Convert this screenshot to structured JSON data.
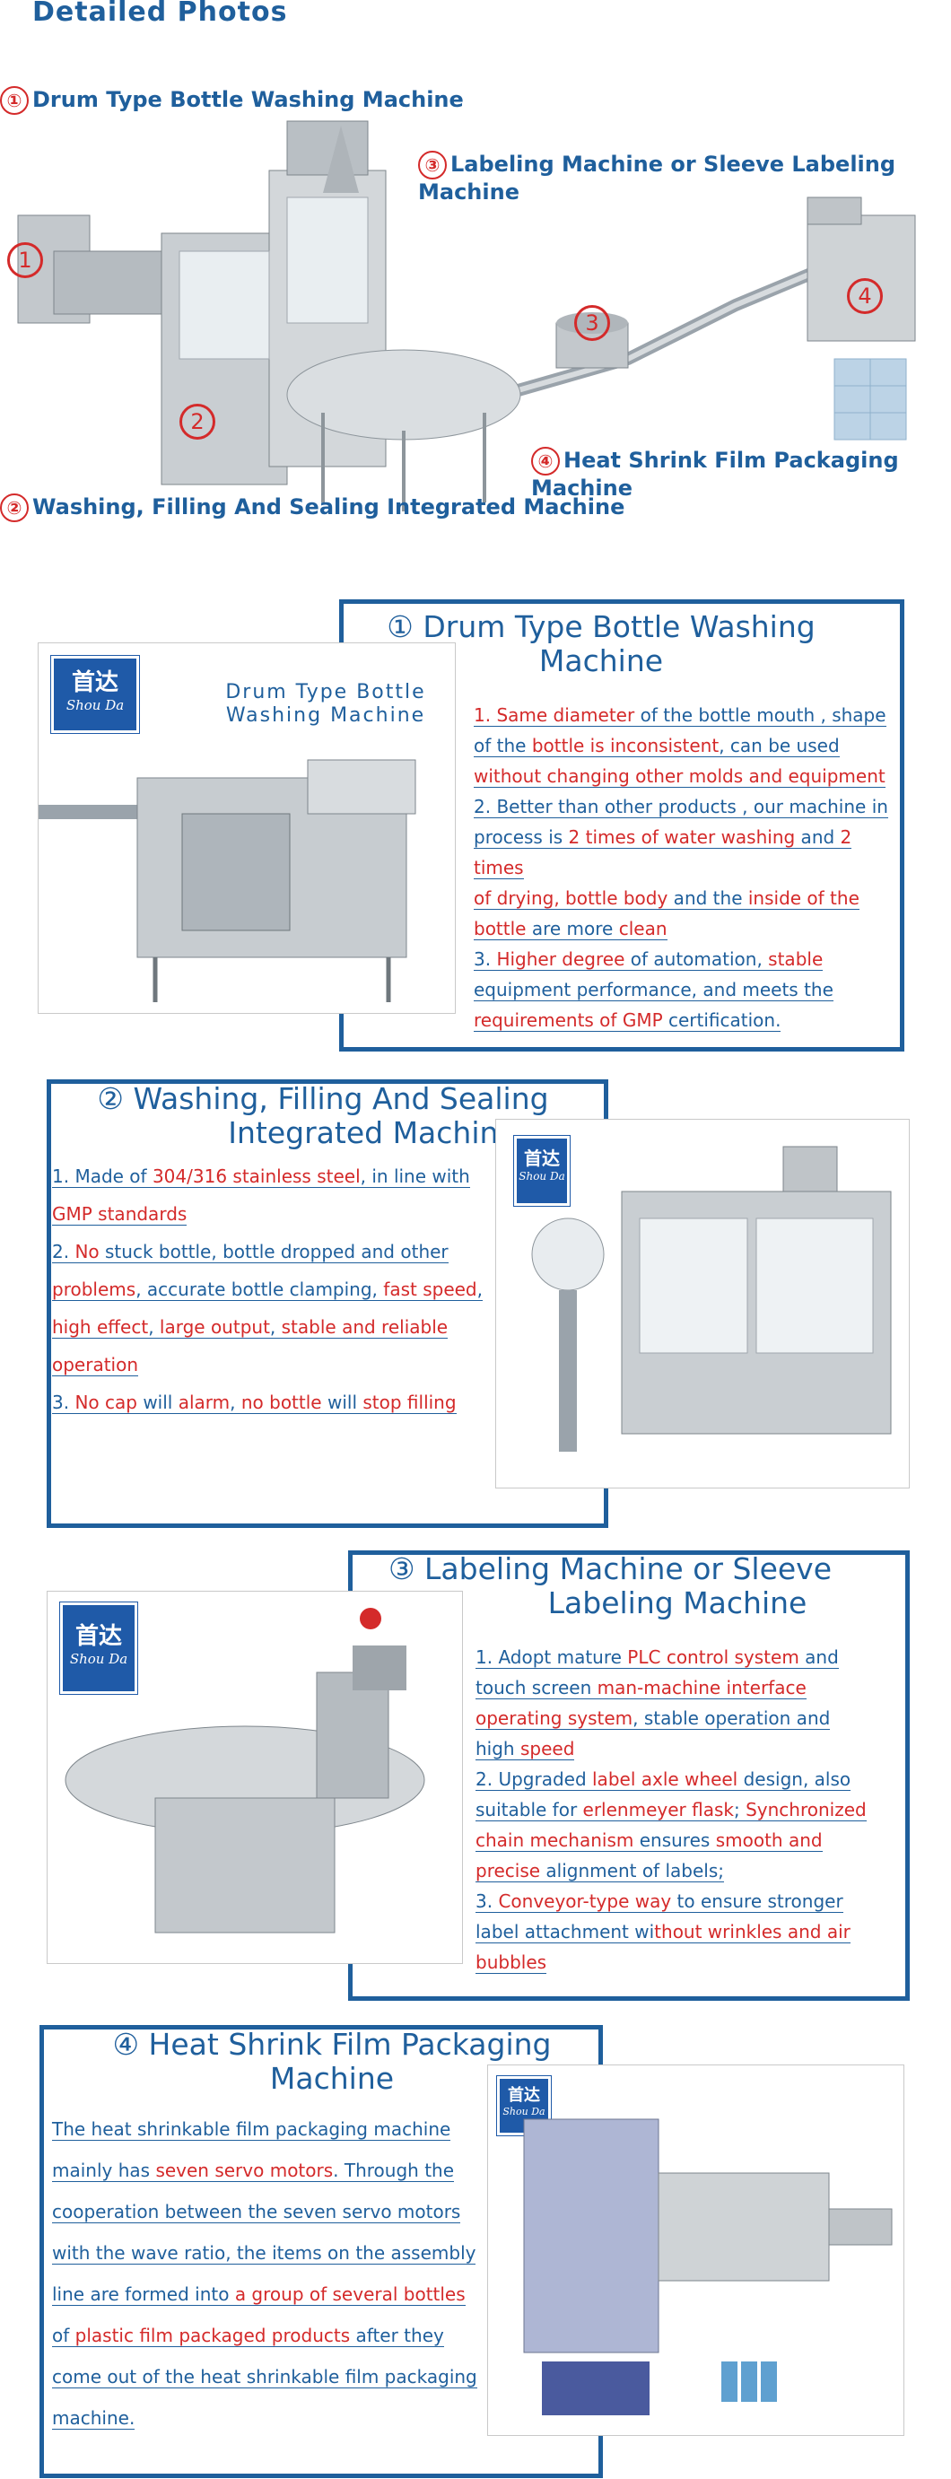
{
  "header": {
    "title": "Detailed Photos"
  },
  "overview": {
    "captions": [
      {
        "num": "①",
        "text": "Drum Type Bottle Washing Machine"
      },
      {
        "num": "③",
        "text": "Labeling Machine or Sleeve Labeling Machine"
      },
      {
        "num": "④",
        "text": "Heat Shrink Film Packaging Machine"
      },
      {
        "num": "②",
        "text": "Washing, Filling And Sealing Integrated Machine"
      }
    ],
    "markers": [
      "1",
      "2",
      "3",
      "4"
    ]
  },
  "logo": {
    "cn": "首达",
    "en": "Shou Da"
  },
  "section1": {
    "title_line1": "① Drum Type Bottle Washing",
    "title_line2": "Machine",
    "photo_label_line1": "Drum Type Bottle",
    "photo_label_line2": "Washing Machine",
    "features": [
      [
        {
          "t": "1. ",
          "c": "red"
        },
        {
          "t": "Same diameter",
          "c": "red"
        },
        {
          "t": " of the bottle mouth , shape",
          "c": "blue"
        }
      ],
      [
        {
          "t": "of the ",
          "c": "blue"
        },
        {
          "t": "bottle is inconsistent",
          "c": "red"
        },
        {
          "t": ", can be used",
          "c": "blue"
        }
      ],
      [
        {
          "t": "without changing other molds and equipment",
          "c": "red"
        }
      ],
      [
        {
          "t": "2. Better than other products , our machine in",
          "c": "blue"
        }
      ],
      [
        {
          "t": "process is ",
          "c": "blue"
        },
        {
          "t": "2 times of water washing",
          "c": "red"
        },
        {
          "t": " and ",
          "c": "blue"
        },
        {
          "t": "2 times",
          "c": "red"
        }
      ],
      [
        {
          "t": "of drying,  ",
          "c": "red"
        },
        {
          "t": "bottle body",
          "c": "red"
        },
        {
          "t": " and the ",
          "c": "blue"
        },
        {
          "t": "inside of the",
          "c": "red"
        }
      ],
      [
        {
          "t": "bottle",
          "c": "red"
        },
        {
          "t": " are more ",
          "c": "blue"
        },
        {
          "t": "clean",
          "c": "red"
        }
      ],
      [
        {
          "t": "3. ",
          "c": "blue"
        },
        {
          "t": "Higher degree",
          "c": "red"
        },
        {
          "t": " of automation, ",
          "c": "blue"
        },
        {
          "t": "stable",
          "c": "red"
        }
      ],
      [
        {
          "t": "equipment performance, and meets the",
          "c": "blue"
        }
      ],
      [
        {
          "t": "requirements of GMP",
          "c": "red"
        },
        {
          "t": " certification.",
          "c": "blue"
        }
      ]
    ]
  },
  "section2": {
    "title_line1": "② Washing, Filling And Sealing",
    "title_line2": "Integrated Machine",
    "features": [
      [
        {
          "t": "1. Made of ",
          "c": "blue"
        },
        {
          "t": "304/316 stainless steel",
          "c": "red"
        },
        {
          "t": ", in line with",
          "c": "blue"
        }
      ],
      [
        {
          "t": "GMP standards",
          "c": "red"
        }
      ],
      [
        {
          "t": "2. ",
          "c": "blue"
        },
        {
          "t": "No",
          "c": "red"
        },
        {
          "t": " stuck bottle, bottle dropped and other",
          "c": "blue"
        }
      ],
      [
        {
          "t": "problems",
          "c": "red"
        },
        {
          "t": ", accurate bottle clamping, ",
          "c": "blue"
        },
        {
          "t": "fast speed",
          "c": "red"
        },
        {
          "t": ",",
          "c": "blue"
        }
      ],
      [
        {
          "t": "high effect",
          "c": "red"
        },
        {
          "t": ", ",
          "c": "blue"
        },
        {
          "t": "large output",
          "c": "red"
        },
        {
          "t": ", ",
          "c": "blue"
        },
        {
          "t": "stable and reliable",
          "c": "red"
        }
      ],
      [
        {
          "t": "operation",
          "c": "red"
        }
      ],
      [
        {
          "t": "3. ",
          "c": "blue"
        },
        {
          "t": "No cap",
          "c": "red"
        },
        {
          "t": " will ",
          "c": "blue"
        },
        {
          "t": "alarm",
          "c": "red"
        },
        {
          "t": ", ",
          "c": "blue"
        },
        {
          "t": "no bottle",
          "c": "red"
        },
        {
          "t": " will ",
          "c": "blue"
        },
        {
          "t": "stop filling",
          "c": "red"
        }
      ]
    ]
  },
  "section3": {
    "title_line1": "③ Labeling Machine or Sleeve",
    "title_line2": "Labeling Machine",
    "features": [
      [
        {
          "t": "1. Adopt mature ",
          "c": "blue"
        },
        {
          "t": "PLC control system",
          "c": "red"
        },
        {
          "t": " and",
          "c": "blue"
        }
      ],
      [
        {
          "t": "touch screen ",
          "c": "blue"
        },
        {
          "t": "man-machine interface",
          "c": "red"
        }
      ],
      [
        {
          "t": "operating system",
          "c": "red"
        },
        {
          "t": ", stable operation and",
          "c": "blue"
        }
      ],
      [
        {
          "t": "high ",
          "c": "blue"
        },
        {
          "t": "speed",
          "c": "red"
        }
      ],
      [
        {
          "t": "2. Upgraded ",
          "c": "blue"
        },
        {
          "t": "label axle wheel",
          "c": "red"
        },
        {
          "t": " design, also",
          "c": "blue"
        }
      ],
      [
        {
          "t": "suitable for ",
          "c": "blue"
        },
        {
          "t": "erlenmeyer flask",
          "c": "red"
        },
        {
          "t": "; ",
          "c": "blue"
        },
        {
          "t": "Synchronized",
          "c": "red"
        }
      ],
      [
        {
          "t": "chain mechanism",
          "c": "red"
        },
        {
          "t": " ensures ",
          "c": "blue"
        },
        {
          "t": "smooth and",
          "c": "red"
        }
      ],
      [
        {
          "t": "precise",
          "c": "red"
        },
        {
          "t": " alignment of labels;",
          "c": "blue"
        }
      ],
      [
        {
          "t": "3. ",
          "c": "blue"
        },
        {
          "t": "Conveyor-type way",
          "c": "red"
        },
        {
          "t": " to ensure stronger",
          "c": "blue"
        }
      ],
      [
        {
          "t": "label attachment wi",
          "c": "blue"
        },
        {
          "t": "thout wrinkles and air",
          "c": "red"
        }
      ],
      [
        {
          "t": "bubbles",
          "c": "red"
        }
      ]
    ]
  },
  "section4": {
    "title_line1": "④ Heat Shrink Film Packaging",
    "title_line2": "Machine",
    "features": [
      [
        {
          "t": "The heat shrinkable film packaging machine",
          "c": "blue"
        }
      ],
      [
        {
          "t": "mainly has ",
          "c": "blue"
        },
        {
          "t": "seven servo motors",
          "c": "red"
        },
        {
          "t": ". Through the",
          "c": "blue"
        }
      ],
      [
        {
          "t": "cooperation between the seven servo motors",
          "c": "blue"
        }
      ],
      [
        {
          "t": "with the wave ratio, the items on the assembly",
          "c": "blue"
        }
      ],
      [
        {
          "t": "line are formed into ",
          "c": "blue"
        },
        {
          "t": "a group of several bottles",
          "c": "red"
        }
      ],
      [
        {
          "t": "of ",
          "c": "blue"
        },
        {
          "t": "plastic film packaged products",
          "c": "red"
        },
        {
          "t": " after they",
          "c": "blue"
        }
      ],
      [
        {
          "t": "come out of the heat shrinkable film packaging",
          "c": "blue"
        }
      ],
      [
        {
          "t": "machine.",
          "c": "blue"
        }
      ]
    ]
  }
}
